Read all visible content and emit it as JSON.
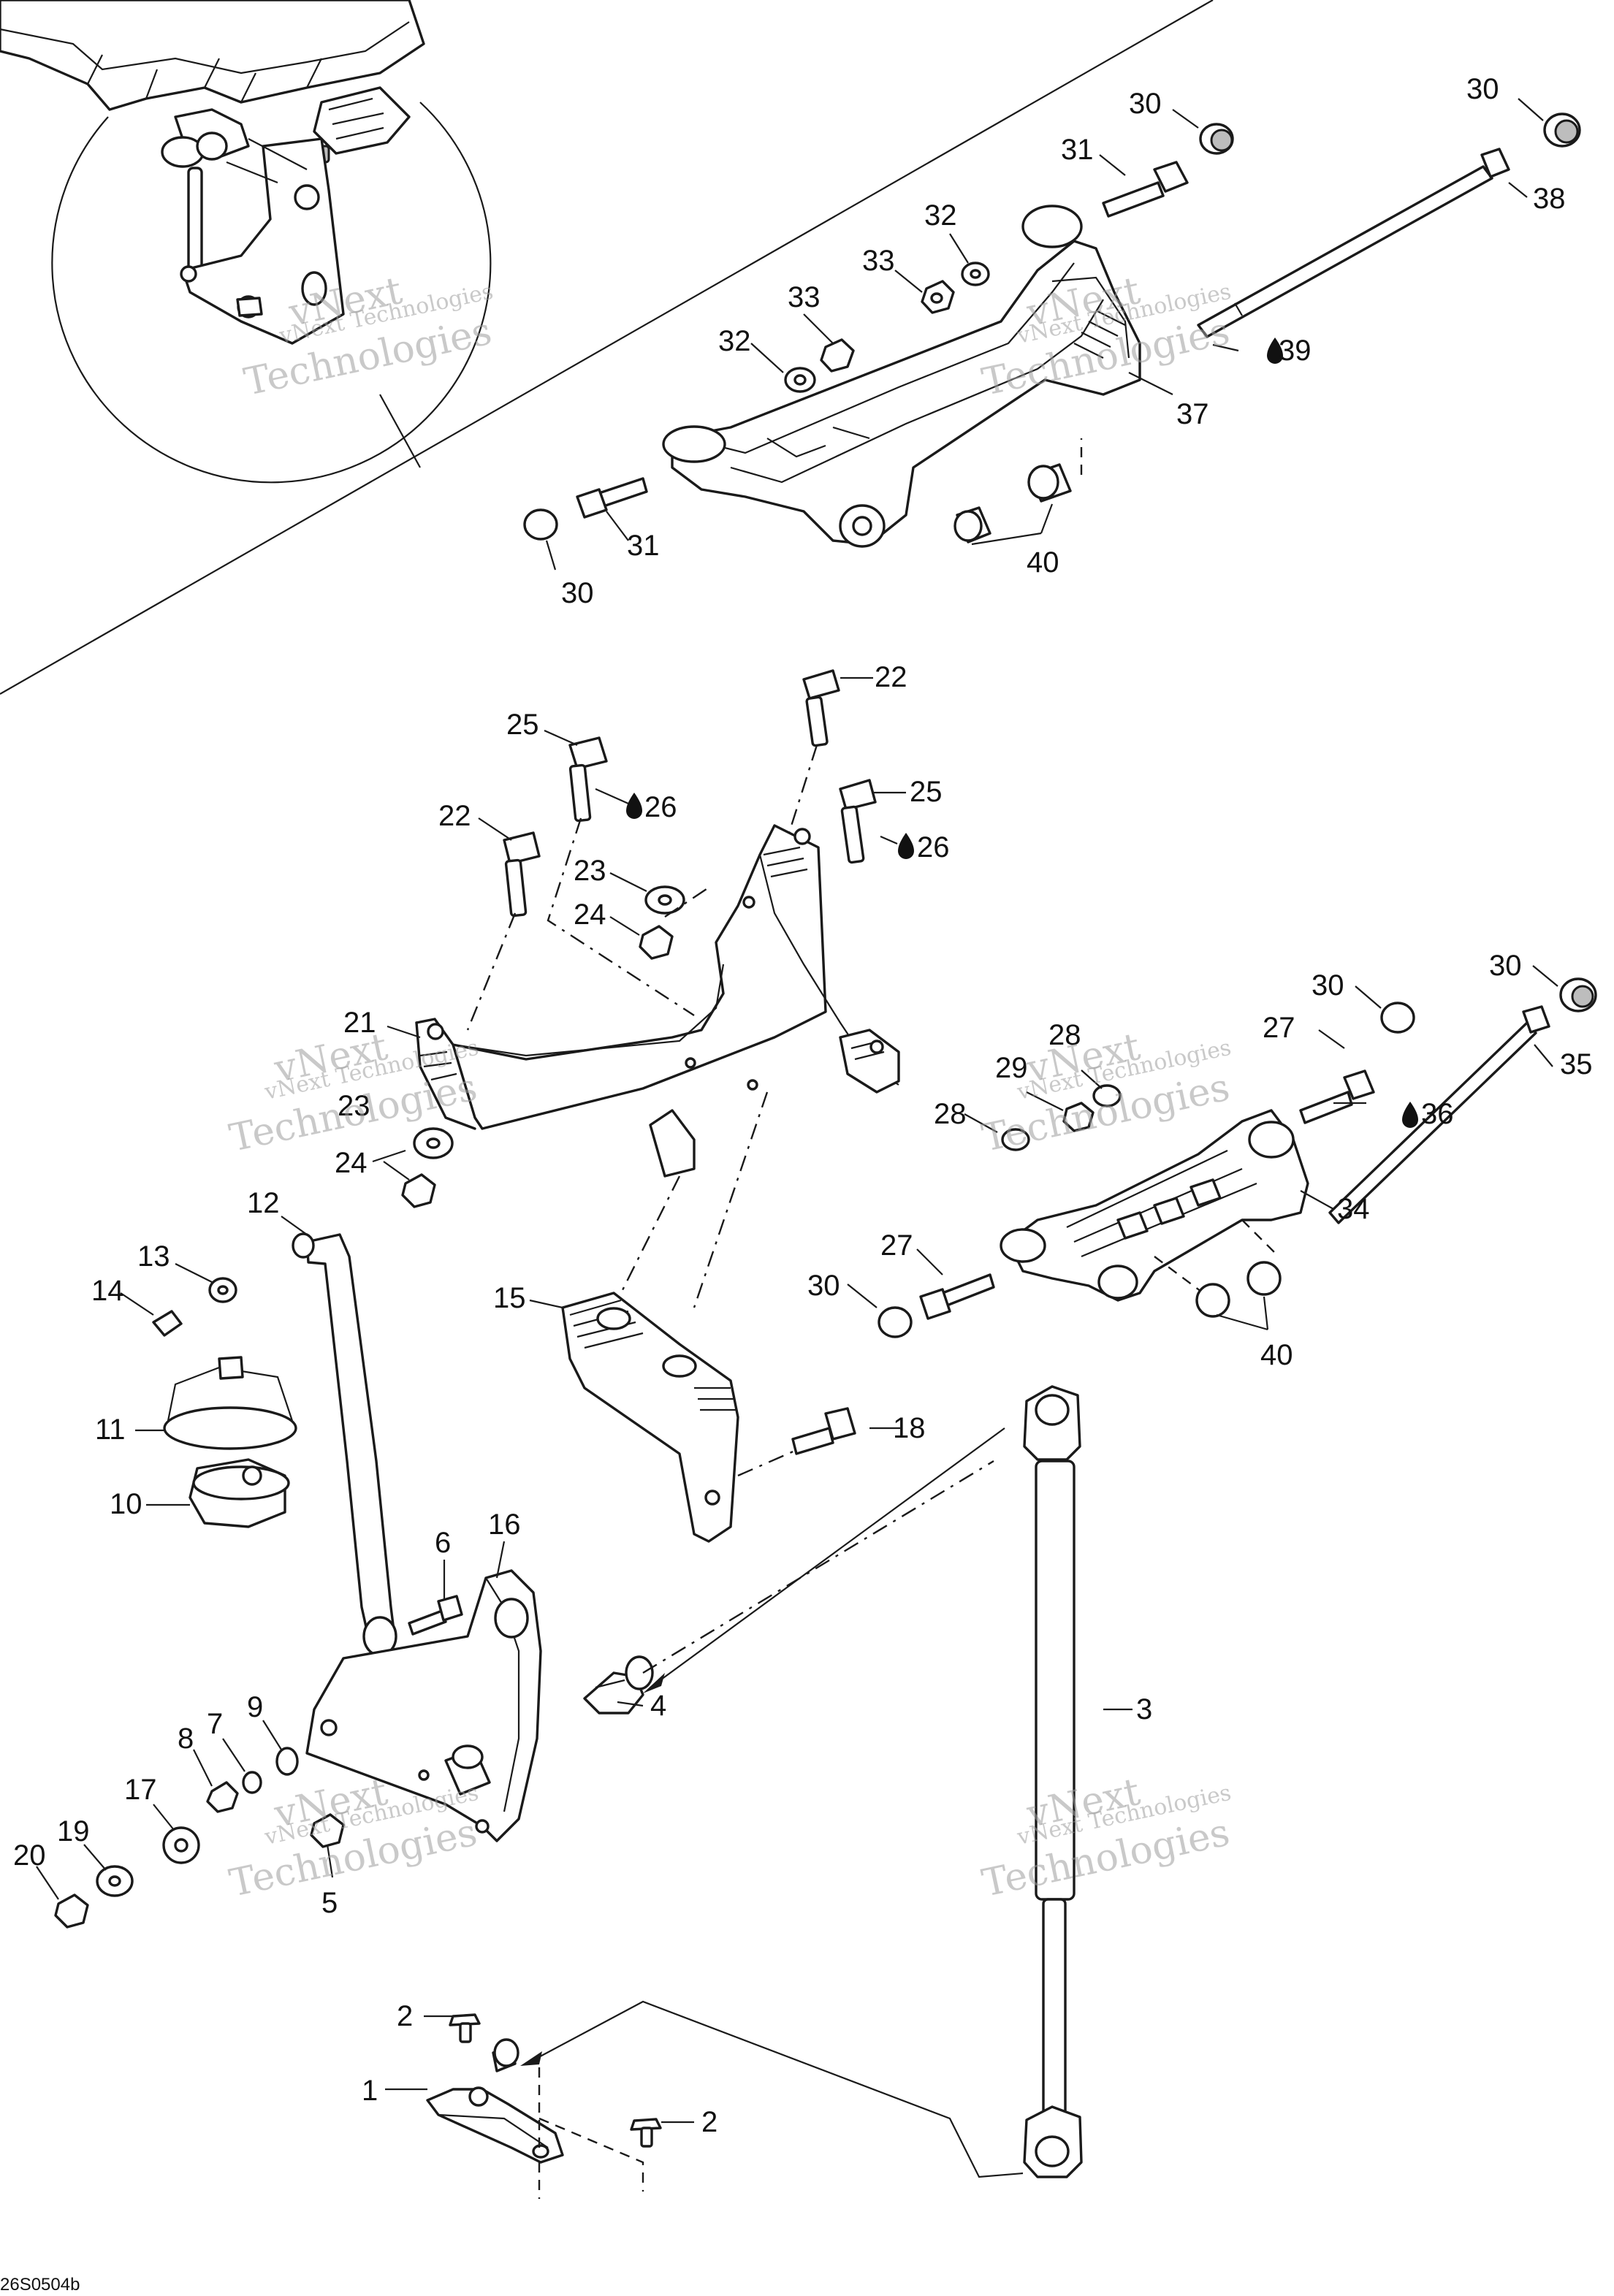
{
  "figure_code": "26S0504b",
  "watermark": {
    "line1": "vNext Technologies",
    "line2": "vNext",
    "line3": "Technologies"
  },
  "callouts": [
    {
      "id": "c30a",
      "text": "30"
    },
    {
      "id": "c30b",
      "text": "30"
    },
    {
      "id": "c31a",
      "text": "31"
    },
    {
      "id": "c38",
      "text": "38"
    },
    {
      "id": "c32a",
      "text": "32"
    },
    {
      "id": "c33a",
      "text": "33"
    },
    {
      "id": "c33b",
      "text": "33"
    },
    {
      "id": "c32b",
      "text": "32"
    },
    {
      "id": "c39",
      "text": "39"
    },
    {
      "id": "c37",
      "text": "37"
    },
    {
      "id": "c31b",
      "text": "31"
    },
    {
      "id": "c30c",
      "text": "30"
    },
    {
      "id": "c40a",
      "text": "40"
    },
    {
      "id": "c22a",
      "text": "22"
    },
    {
      "id": "c25a",
      "text": "25"
    },
    {
      "id": "c26a",
      "text": "26"
    },
    {
      "id": "c25b",
      "text": "25"
    },
    {
      "id": "c26b",
      "text": "26"
    },
    {
      "id": "c22b",
      "text": "22"
    },
    {
      "id": "c23a",
      "text": "23"
    },
    {
      "id": "c24a",
      "text": "24"
    },
    {
      "id": "c21",
      "text": "21"
    },
    {
      "id": "c23b",
      "text": "23"
    },
    {
      "id": "c24b",
      "text": "24"
    },
    {
      "id": "c30d",
      "text": "30"
    },
    {
      "id": "c30e",
      "text": "30"
    },
    {
      "id": "c27a",
      "text": "27"
    },
    {
      "id": "c28a",
      "text": "28"
    },
    {
      "id": "c29",
      "text": "29"
    },
    {
      "id": "c35",
      "text": "35"
    },
    {
      "id": "c28b",
      "text": "28"
    },
    {
      "id": "c36",
      "text": "36"
    },
    {
      "id": "c34",
      "text": "34"
    },
    {
      "id": "c12",
      "text": "12"
    },
    {
      "id": "c13",
      "text": "13"
    },
    {
      "id": "c14",
      "text": "14"
    },
    {
      "id": "c27b",
      "text": "27"
    },
    {
      "id": "c30f",
      "text": "30"
    },
    {
      "id": "c40b",
      "text": "40"
    },
    {
      "id": "c15",
      "text": "15"
    },
    {
      "id": "c11",
      "text": "11"
    },
    {
      "id": "c18",
      "text": "18"
    },
    {
      "id": "c10",
      "text": "10"
    },
    {
      "id": "c6",
      "text": "6"
    },
    {
      "id": "c16",
      "text": "16"
    },
    {
      "id": "c3",
      "text": "3"
    },
    {
      "id": "c4",
      "text": "4"
    },
    {
      "id": "c9",
      "text": "9"
    },
    {
      "id": "c7",
      "text": "7"
    },
    {
      "id": "c8",
      "text": "8"
    },
    {
      "id": "c17",
      "text": "17"
    },
    {
      "id": "c19",
      "text": "19"
    },
    {
      "id": "c20",
      "text": "20"
    },
    {
      "id": "c5",
      "text": "5"
    },
    {
      "id": "c2a",
      "text": "2"
    },
    {
      "id": "c1",
      "text": "1"
    },
    {
      "id": "c2b",
      "text": "2"
    }
  ]
}
